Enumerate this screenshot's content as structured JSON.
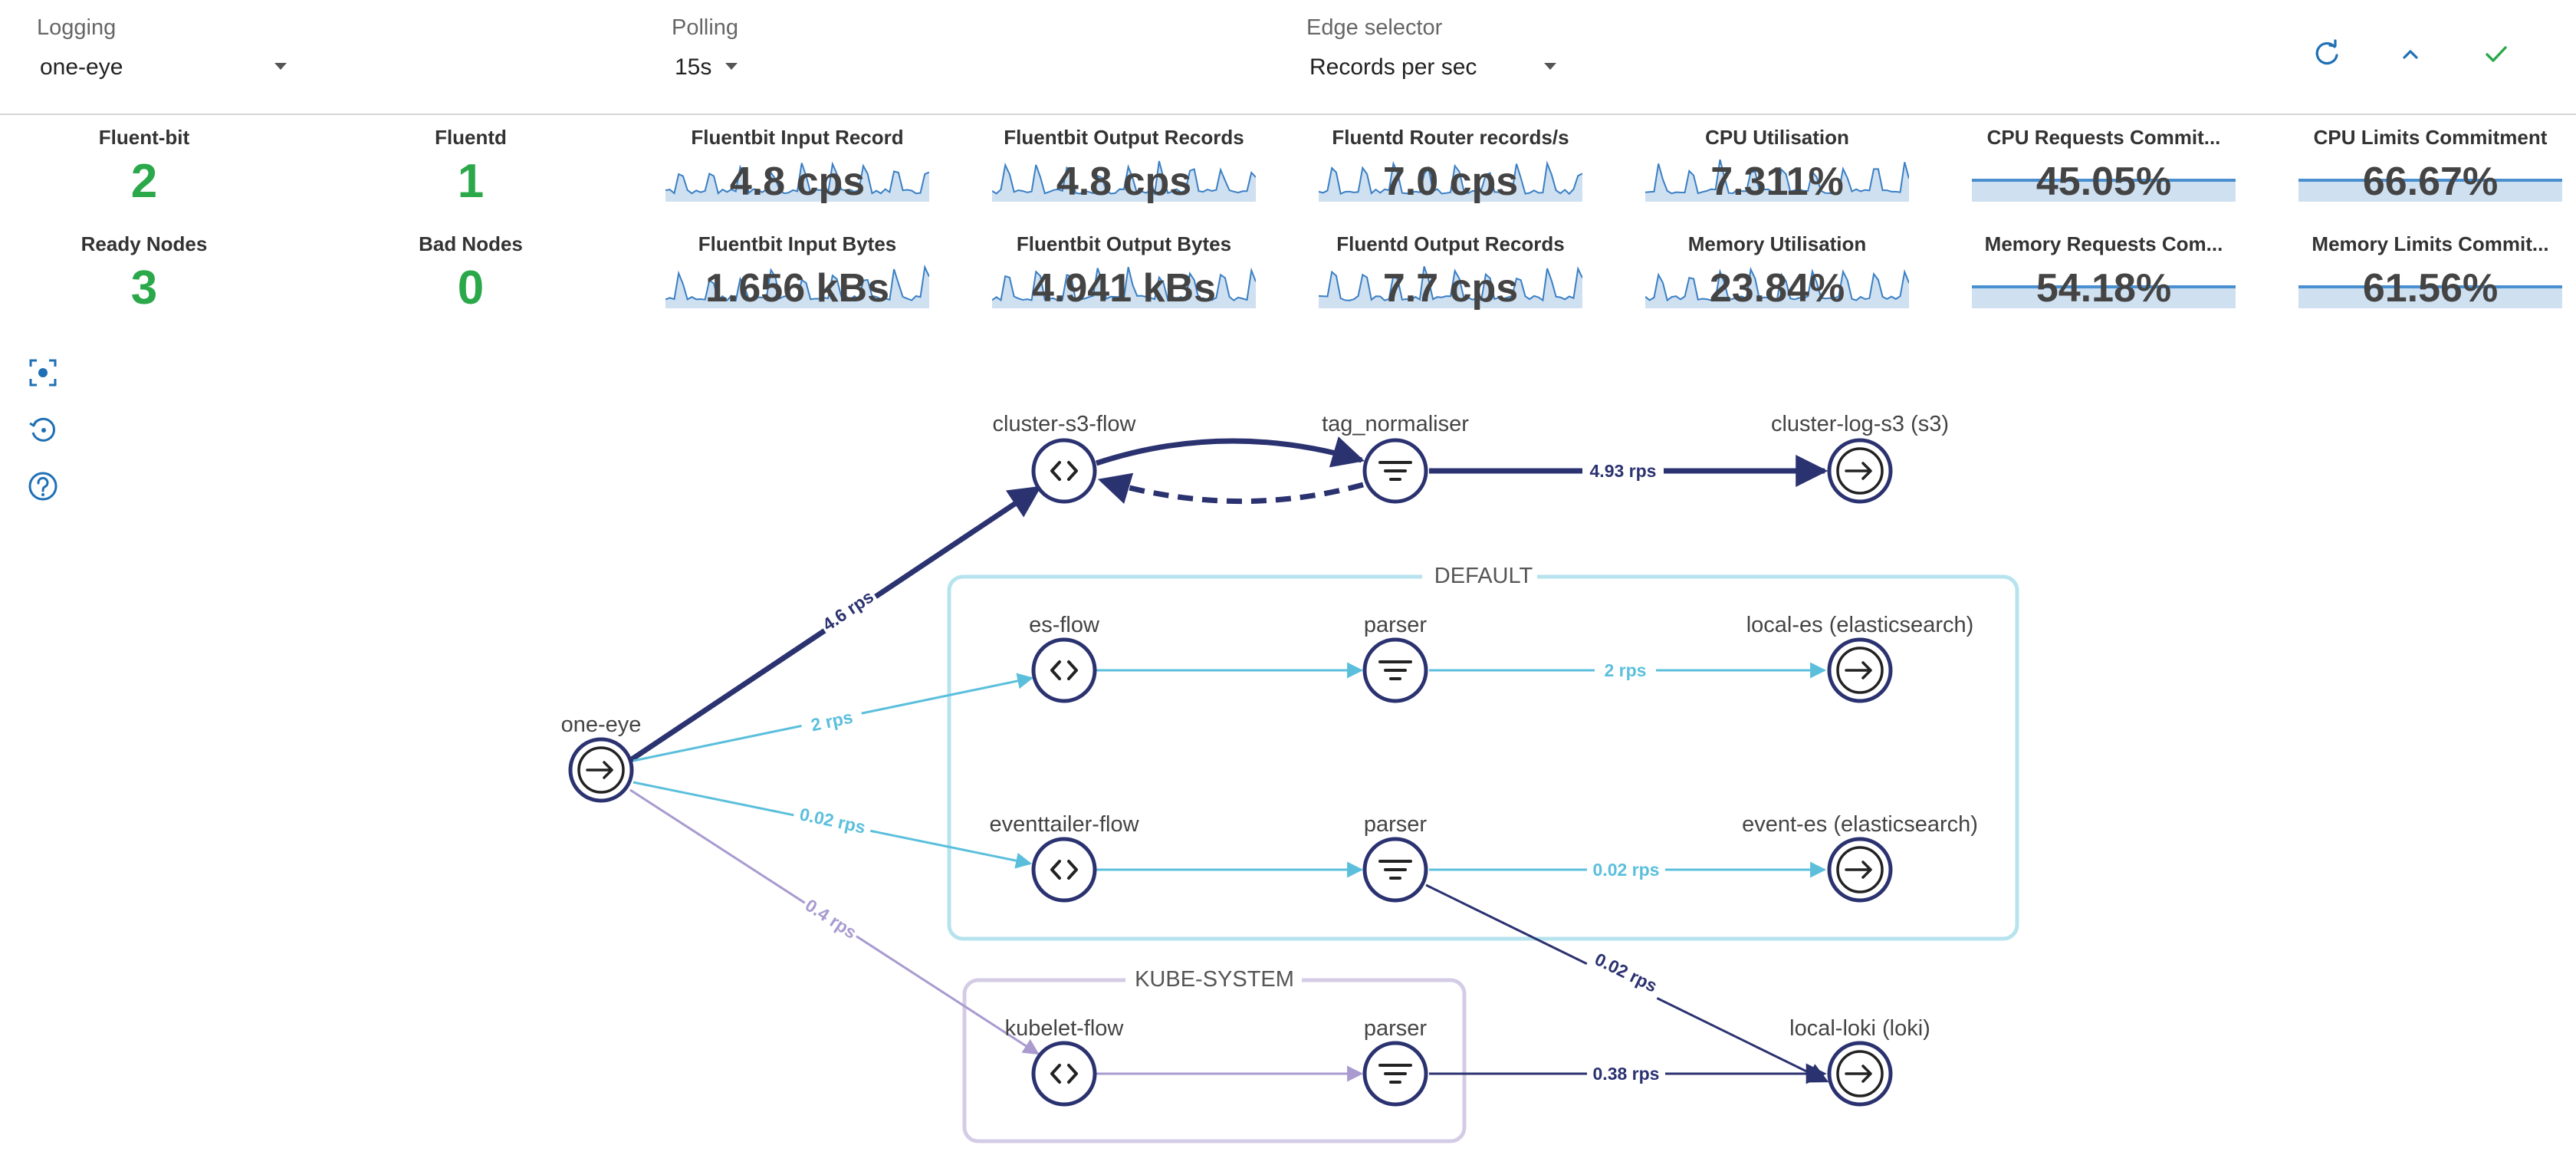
{
  "toolbar": {
    "logging": {
      "label": "Logging",
      "value": "one-eye"
    },
    "polling": {
      "label": "Polling",
      "value": "15s"
    },
    "edge_selector": {
      "label": "Edge selector",
      "value": "Records per sec"
    },
    "icons": [
      "refresh-icon",
      "chevron-up-icon",
      "check-icon"
    ],
    "colors": {
      "primary": "#1f6fb5",
      "confirm": "#2aa84a"
    }
  },
  "metrics": {
    "stats": [
      {
        "title": "Fluent-bit",
        "value": "2"
      },
      {
        "title": "Fluentd",
        "value": "1"
      },
      {
        "title": "Ready Nodes",
        "value": "3"
      },
      {
        "title": "Bad Nodes",
        "value": "0"
      }
    ],
    "sparklines": [
      {
        "title": "Fluentbit Input Record",
        "value": "4.8 cps"
      },
      {
        "title": "Fluentbit Output Records",
        "value": "4.8 cps"
      },
      {
        "title": "Fluentd Router records/s",
        "value": "7.0 cps"
      },
      {
        "title": "CPU Utilisation",
        "value": "7.311%"
      },
      {
        "title": "Fluentbit Input Bytes",
        "value": "1.656 kBs"
      },
      {
        "title": "Fluentbit Output Bytes",
        "value": "4.941 kBs"
      },
      {
        "title": "Fluentd Output Records",
        "value": "7.7 cps"
      },
      {
        "title": "Memory Utilisation",
        "value": "23.84%"
      }
    ],
    "gauges": [
      {
        "title": "CPU Requests Commit...",
        "value": "45.05%",
        "level": 0.4505
      },
      {
        "title": "CPU Limits Commitment",
        "value": "66.67%",
        "level": 0.6667
      },
      {
        "title": "Memory Requests Com...",
        "value": "54.18%",
        "level": 0.5418
      },
      {
        "title": "Memory Limits Commit...",
        "value": "61.56%",
        "level": 0.6156
      }
    ]
  },
  "side_tools": [
    "focus-icon",
    "history-icon",
    "help-icon"
  ],
  "graph": {
    "groups": {
      "default": "DEFAULT",
      "kube_system": "KUBE-SYSTEM"
    },
    "nodes": {
      "one_eye": "one-eye",
      "cluster_s3_flow": "cluster-s3-flow",
      "tag_normaliser": "tag_normaliser",
      "cluster_log_s3": "cluster-log-s3 (s3)",
      "es_flow": "es-flow",
      "parser_es": "parser",
      "local_es": "local-es (elasticsearch)",
      "eventtailer_flow": "eventtailer-flow",
      "parser_event": "parser",
      "event_es": "event-es (elasticsearch)",
      "kubelet_flow": "kubelet-flow",
      "parser_kube": "parser",
      "local_loki": "local-loki (loki)"
    },
    "edges": {
      "one_eye_to_s3_flow": "4.6 rps",
      "tag_to_s3": "4.93 rps",
      "one_eye_to_es_flow": "2 rps",
      "parser_to_local_es": "2 rps",
      "one_eye_to_eventtailer": "0.02 rps",
      "parser_to_event_es": "0.02 rps",
      "parser_event_to_loki": "0.02 rps",
      "one_eye_to_kubelet": "0.4 rps",
      "parser_kube_to_loki": "0.38 rps"
    },
    "colors": {
      "dark": "#2b3270",
      "blue": "#5bbfdc",
      "purple": "#a99bd0",
      "group_default": "#b7e3ee",
      "group_kube": "#d4cce6"
    }
  }
}
